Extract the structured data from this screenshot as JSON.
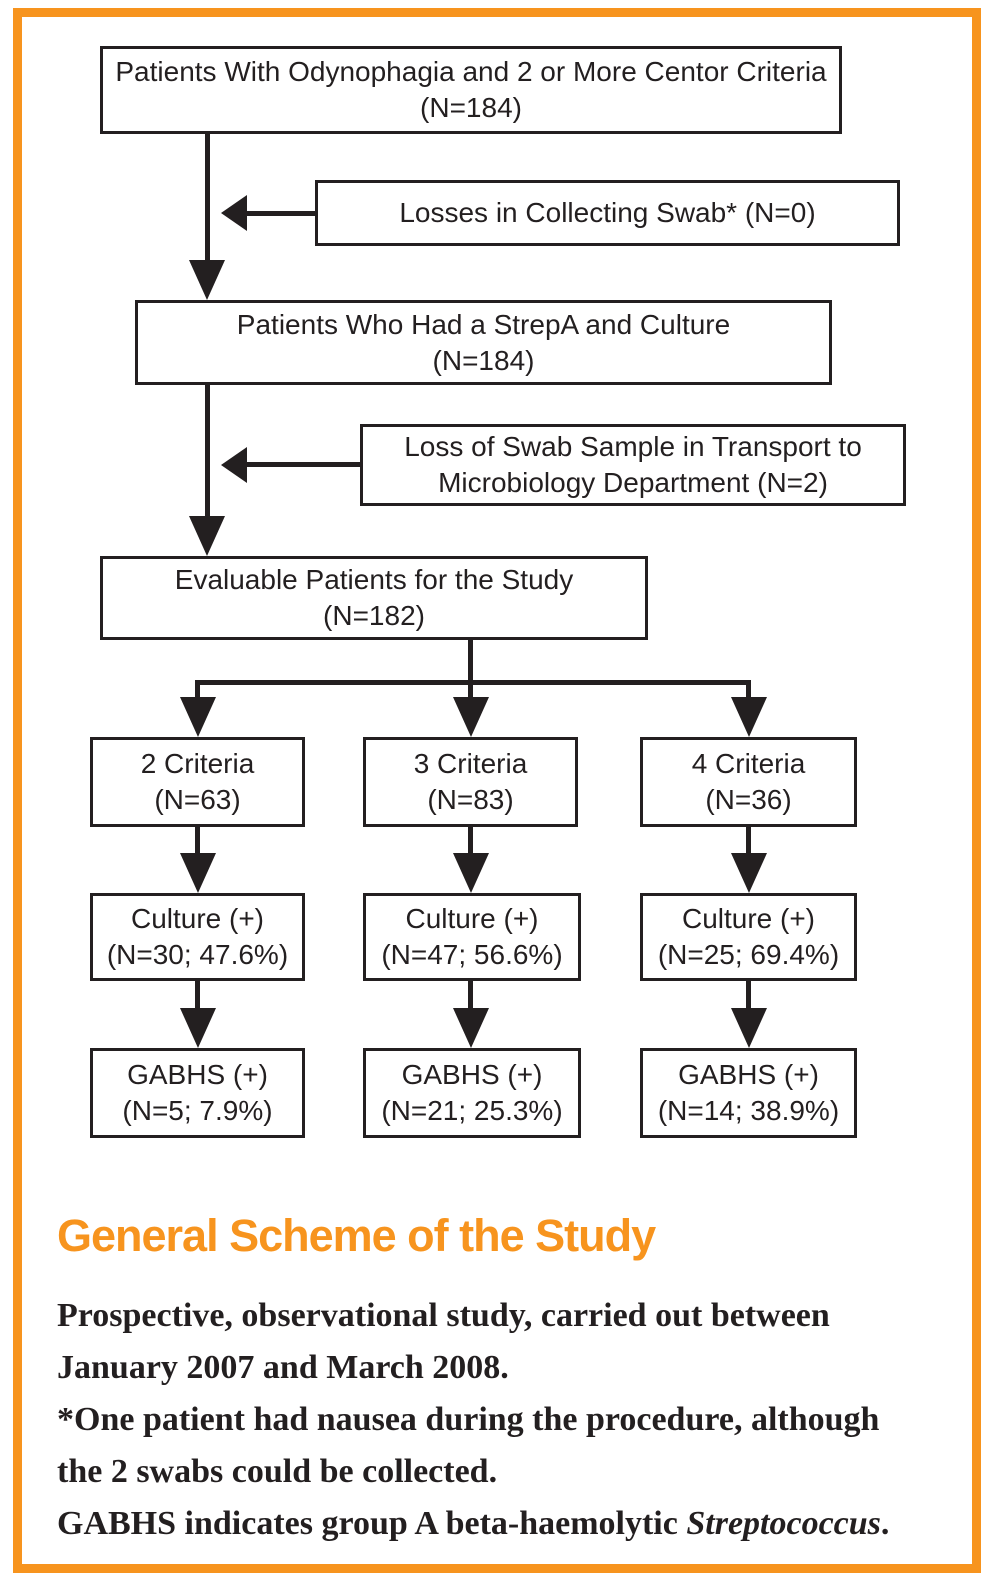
{
  "colors": {
    "accent": "#F7941E",
    "line": "#231F20",
    "background": "#FFFFFF"
  },
  "flowchart": {
    "top_box": {
      "line1": "Patients With Odynophagia and 2 or More Centor Criteria",
      "line2": "(N=184)"
    },
    "losses_box": {
      "line1": "Losses in Collecting Swab* (N=0)"
    },
    "strep_box": {
      "line1": "Patients Who Had a StrepA and Culture",
      "line2": "(N=184)"
    },
    "transport_box": {
      "line1": "Loss of Swab Sample in Transport to",
      "line2": "Microbiology Department (N=2)"
    },
    "evaluable_box": {
      "line1": "Evaluable Patients for the Study",
      "line2": "(N=182)"
    },
    "criteria_boxes": [
      {
        "line1": "2 Criteria",
        "line2": "(N=63)"
      },
      {
        "line1": "3 Criteria",
        "line2": "(N=83)"
      },
      {
        "line1": "4 Criteria",
        "line2": "(N=36)"
      }
    ],
    "culture_boxes": [
      {
        "line1": "Culture (+)",
        "line2": "(N=30; 47.6%)"
      },
      {
        "line1": "Culture (+)",
        "line2": "(N=47; 56.6%)"
      },
      {
        "line1": "Culture (+)",
        "line2": "(N=25; 69.4%)"
      }
    ],
    "gabhs_boxes": [
      {
        "line1": "GABHS (+)",
        "line2": "(N=5; 7.9%)"
      },
      {
        "line1": "GABHS (+)",
        "line2": "(N=21; 25.3%)"
      },
      {
        "line1": "GABHS (+)",
        "line2": "(N=14; 38.9%)"
      }
    ]
  },
  "caption": {
    "title": "General Scheme of the Study",
    "lines": [
      "Prospective, observational study, carried out between",
      "January 2007 and March 2008.",
      "*One patient had nausea during the procedure, although",
      "the 2 swabs could be collected."
    ],
    "gabhs_note_prefix": "GABHS indicates group A beta-haemolytic ",
    "gabhs_note_italic": "Streptococcus",
    "gabhs_note_suffix": "."
  }
}
